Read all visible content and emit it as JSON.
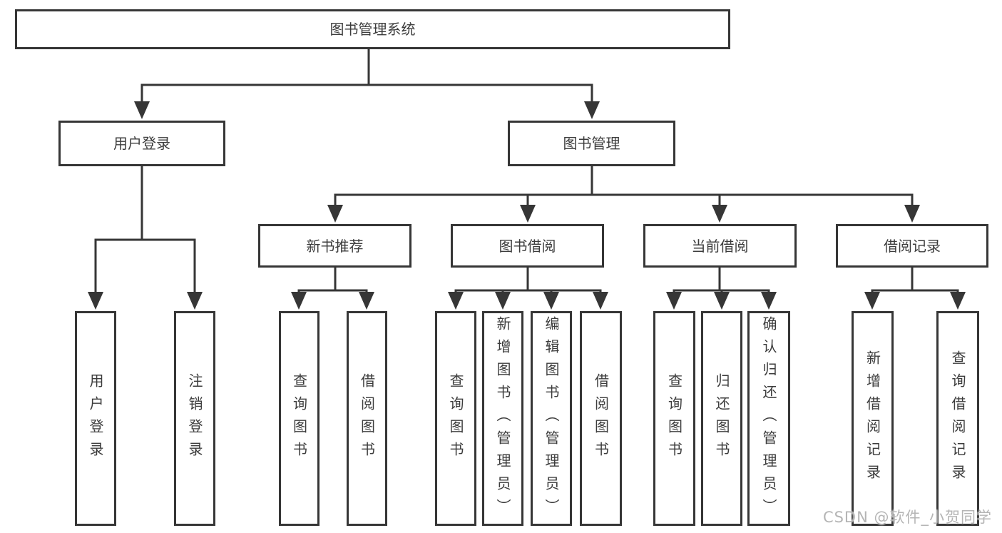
{
  "root": {
    "label": "图书管理系统"
  },
  "branches": {
    "user_login": {
      "label": "用户登录",
      "children": [
        {
          "label": "用户登录"
        },
        {
          "label": "注销登录"
        }
      ]
    },
    "book_mgmt": {
      "label": "图书管理",
      "sections": [
        {
          "label": "新书推荐",
          "children": [
            {
              "label": "查询图书"
            },
            {
              "label": "借阅图书"
            }
          ]
        },
        {
          "label": "图书借阅",
          "children": [
            {
              "label": "查询图书"
            },
            {
              "label": "新增图书（管理员）"
            },
            {
              "label": "编辑图书（管理员）"
            },
            {
              "label": "借阅图书"
            }
          ]
        },
        {
          "label": "当前借阅",
          "children": [
            {
              "label": "查询图书"
            },
            {
              "label": "归还图书"
            },
            {
              "label": "确认归还（管理员）"
            }
          ]
        },
        {
          "label": "借阅记录",
          "children": [
            {
              "label": "新增借阅记录"
            },
            {
              "label": "查询借阅记录"
            }
          ]
        }
      ]
    }
  },
  "watermark": "CSDN @软件_小贺同学",
  "colors": {
    "line": "#363636",
    "text": "#3c3c3c",
    "watermark": "#b5b5b5"
  }
}
